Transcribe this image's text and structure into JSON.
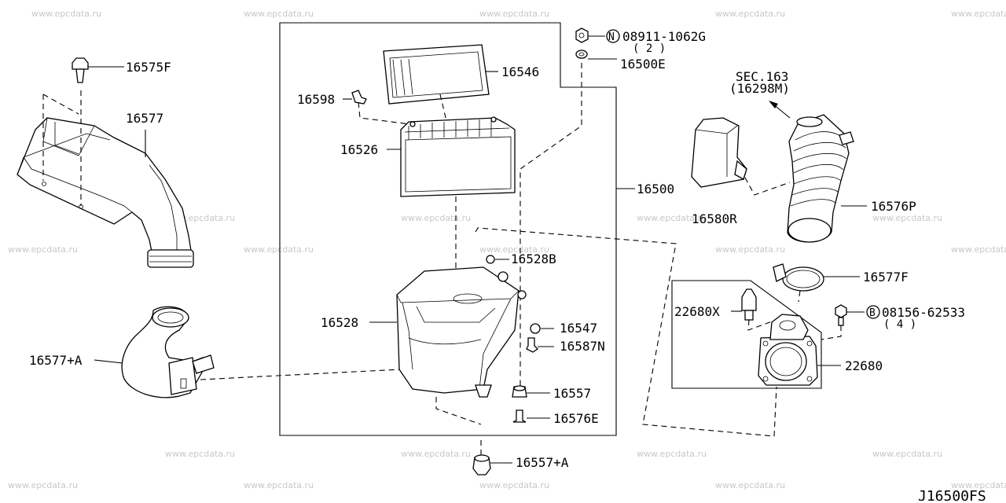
{
  "watermarks": [
    "www.epcdata.ru"
  ],
  "diagram_code": "J16500FS",
  "section_ref": {
    "line1": "SEC.163",
    "line2": "(16298M)"
  },
  "callouts": {
    "p16575F": "16575F",
    "p16577": "16577",
    "p16577A": "16577+A",
    "p16546": "16546",
    "p16598": "16598",
    "p16526": "16526",
    "p16500": "16500",
    "p16528": "16528",
    "p16528B": "16528B",
    "p16547": "16547",
    "p16587N": "16587N",
    "p16557": "16557",
    "p16576E": "16576E",
    "p16557A": "16557+A",
    "p16500E": "16500E",
    "p16580R": "16580R",
    "p16576P": "16576P",
    "p16577F": "16577F",
    "p22680X": "22680X",
    "p22680": "22680"
  },
  "fasteners": {
    "nut": {
      "prefix": "N",
      "number": "08911-1062G",
      "qty": "( 2 )"
    },
    "bolt": {
      "prefix": "B",
      "number": "08156-62533",
      "qty": "( 4 )"
    }
  }
}
